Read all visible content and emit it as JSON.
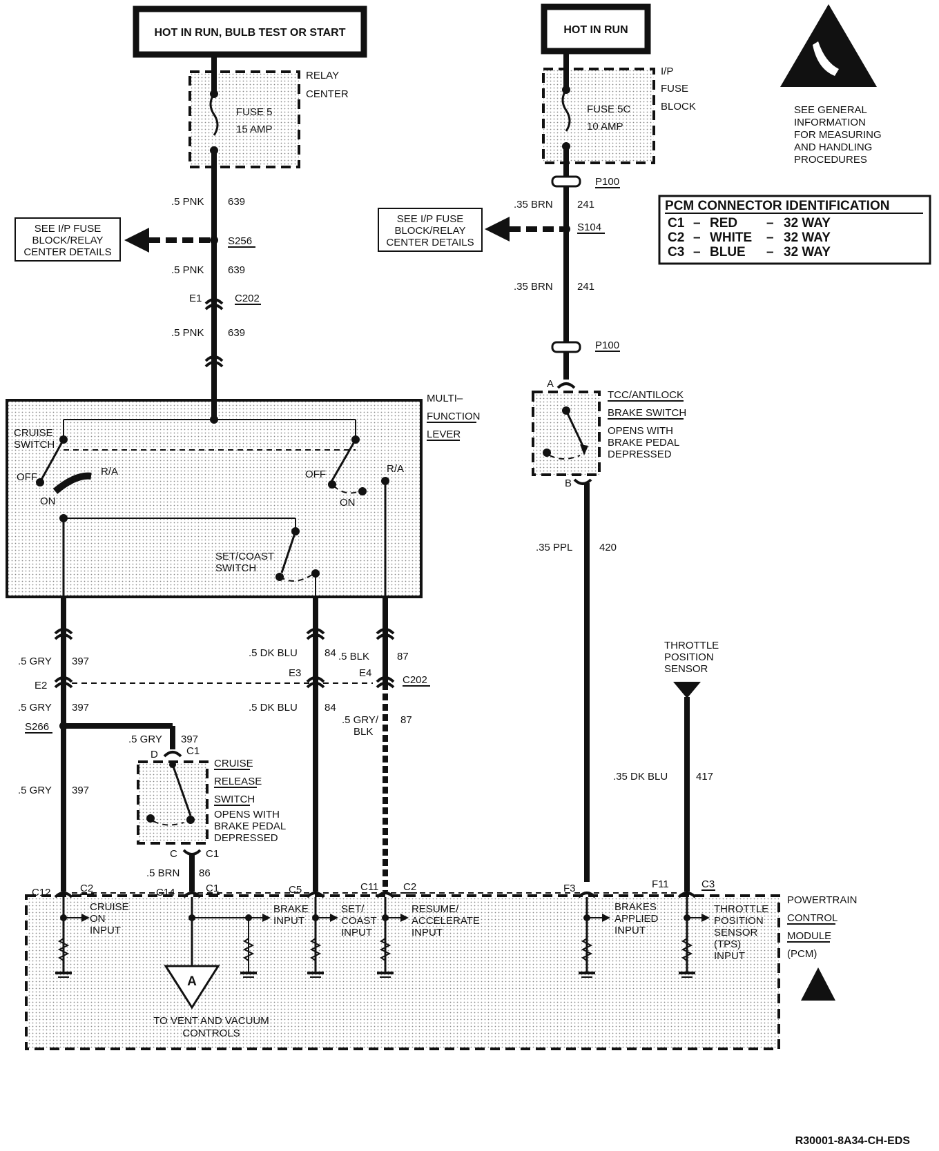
{
  "power_sources": {
    "left": "HOT IN RUN, BULB TEST OR START",
    "right": "HOT IN RUN"
  },
  "relay_center": {
    "label_1": "RELAY",
    "label_2": "CENTER",
    "fuse_name": "FUSE 5",
    "fuse_rating": "15 AMP"
  },
  "ip_fuse_block": {
    "label_1": "I/P",
    "label_2": "FUSE",
    "label_3": "BLOCK",
    "fuse_name": "FUSE 5C",
    "fuse_rating": "10 AMP"
  },
  "esd_note": [
    "SEE GENERAL",
    "INFORMATION",
    "FOR MEASURING",
    "AND HANDLING",
    "PROCEDURES"
  ],
  "pcm_connector_id": {
    "title": "PCM CONNECTOR IDENTIFICATION",
    "rows": [
      {
        "conn": "C1",
        "dash1": "–",
        "color": "RED",
        "dash2": "–",
        "size": "32 WAY"
      },
      {
        "conn": "C2",
        "dash1": "–",
        "color": "WHITE",
        "dash2": "–",
        "size": "32 WAY"
      },
      {
        "conn": "C3",
        "dash1": "–",
        "color": "BLUE",
        "dash2": "–",
        "size": "32 WAY"
      }
    ]
  },
  "see_details_left": [
    "SEE I/P FUSE",
    "BLOCK/RELAY",
    "CENTER DETAILS"
  ],
  "see_details_right": [
    "SEE I/P FUSE",
    "BLOCK/RELAY",
    "CENTER DETAILS"
  ],
  "left_circuit": {
    "wire_a": ".5 PNK",
    "circuit_a": "639",
    "splice": "S256",
    "wire_b": ".5 PNK",
    "circuit_b": "639",
    "pin_e1": "E1",
    "conn_c202": "C202",
    "wire_c": ".5 PNK",
    "circuit_c": "639"
  },
  "right_circuit": {
    "conn_p100_top": "P100",
    "wire_a": ".35 BRN",
    "circuit_a": "241",
    "splice": "S104",
    "wire_b": ".35 BRN",
    "circuit_b": "241",
    "conn_p100_bottom": "P100"
  },
  "multifunction_lever": {
    "label_1": "MULTI–",
    "label_2": "FUNCTION",
    "label_3": "LEVER",
    "cruise_switch_1": "CRUISE",
    "cruise_switch_2": "SWITCH",
    "off_left": "OFF",
    "ra_left": "R/A",
    "on_left": "ON",
    "off_right": "OFF",
    "ra_right": "R/A",
    "on_right": "ON",
    "set_coast_1": "SET/COAST",
    "set_coast_2": "SWITCH"
  },
  "tcc_switch": {
    "pin_a": "A",
    "pin_b": "B",
    "label_1": "TCC/ANTILOCK",
    "label_2": "BRAKE SWITCH",
    "label_3": "OPENS WITH",
    "label_4": "BRAKE PEDAL",
    "label_5": "DEPRESSED"
  },
  "lower_wires": {
    "gry_top": ".5 GRY",
    "gry_top_ckt": "397",
    "pin_e2": "E2",
    "gry_mid": ".5 GRY",
    "gry_mid_ckt": "397",
    "splice_s266": "S266",
    "gry_branch": ".5 GRY",
    "gry_branch_ckt": "397",
    "gry_low": ".5 GRY",
    "gry_low_ckt": "397",
    "dkblu_top": ".5 DK BLU",
    "dkblu_top_ckt": "84",
    "pin_e3": "E3",
    "dkblu_low": ".5 DK BLU",
    "dkblu_low_ckt": "84",
    "blk_top": ".5 BLK",
    "blk_top_ckt": "87",
    "pin_e4": "E4",
    "conn_c202": "C202",
    "gryblk_1": ".5 GRY/",
    "gryblk_2": "BLK",
    "gryblk_ckt": "87",
    "ppl": ".35 PPL",
    "ppl_ckt": "420",
    "dkblu_tps": ".35 DK BLU",
    "dkblu_tps_ckt": "417",
    "brn": ".5 BRN",
    "brn_ckt": "86"
  },
  "cruise_release": {
    "pin_d": "D",
    "conn_top": "C1",
    "pin_c": "C",
    "conn_bottom": "C1",
    "label_1": "CRUISE",
    "label_2": "RELEASE",
    "label_3": "SWITCH",
    "label_4": "OPENS WITH",
    "label_5": "BRAKE PEDAL",
    "label_6": "DEPRESSED"
  },
  "tps_sensor": [
    "THROTTLE",
    "POSITION",
    "SENSOR"
  ],
  "pcm": {
    "label_1": "POWERTRAIN",
    "label_2": "CONTROL",
    "label_3": "MODULE",
    "label_4": "(PCM)",
    "pins": [
      {
        "pin": "C12",
        "conn": "C2"
      },
      {
        "pin": "C14",
        "conn": "C1"
      },
      {
        "pin": "C5",
        "conn": ""
      },
      {
        "pin": "C11",
        "conn": "C2"
      },
      {
        "pin": "F3",
        "conn": ""
      },
      {
        "pin": "F11",
        "conn": "C3"
      }
    ],
    "inputs": {
      "cruise_on": [
        "CRUISE",
        "ON",
        "INPUT"
      ],
      "brake": [
        "BRAKE",
        "INPUT"
      ],
      "set_coast": [
        "SET/",
        "COAST",
        "INPUT"
      ],
      "resume": [
        "RESUME/",
        "ACCELERATE",
        "INPUT"
      ],
      "brakes_applied": [
        "BRAKES",
        "APPLIED",
        "INPUT"
      ],
      "tps": [
        "THROTTLE",
        "POSITION",
        "SENSOR",
        "(TPS)",
        "INPUT"
      ]
    },
    "vent_marker": "A",
    "vent_label_1": "TO VENT AND VACUUM",
    "vent_label_2": "CONTROLS"
  },
  "footer_code": "R30001-8A34-CH-EDS"
}
